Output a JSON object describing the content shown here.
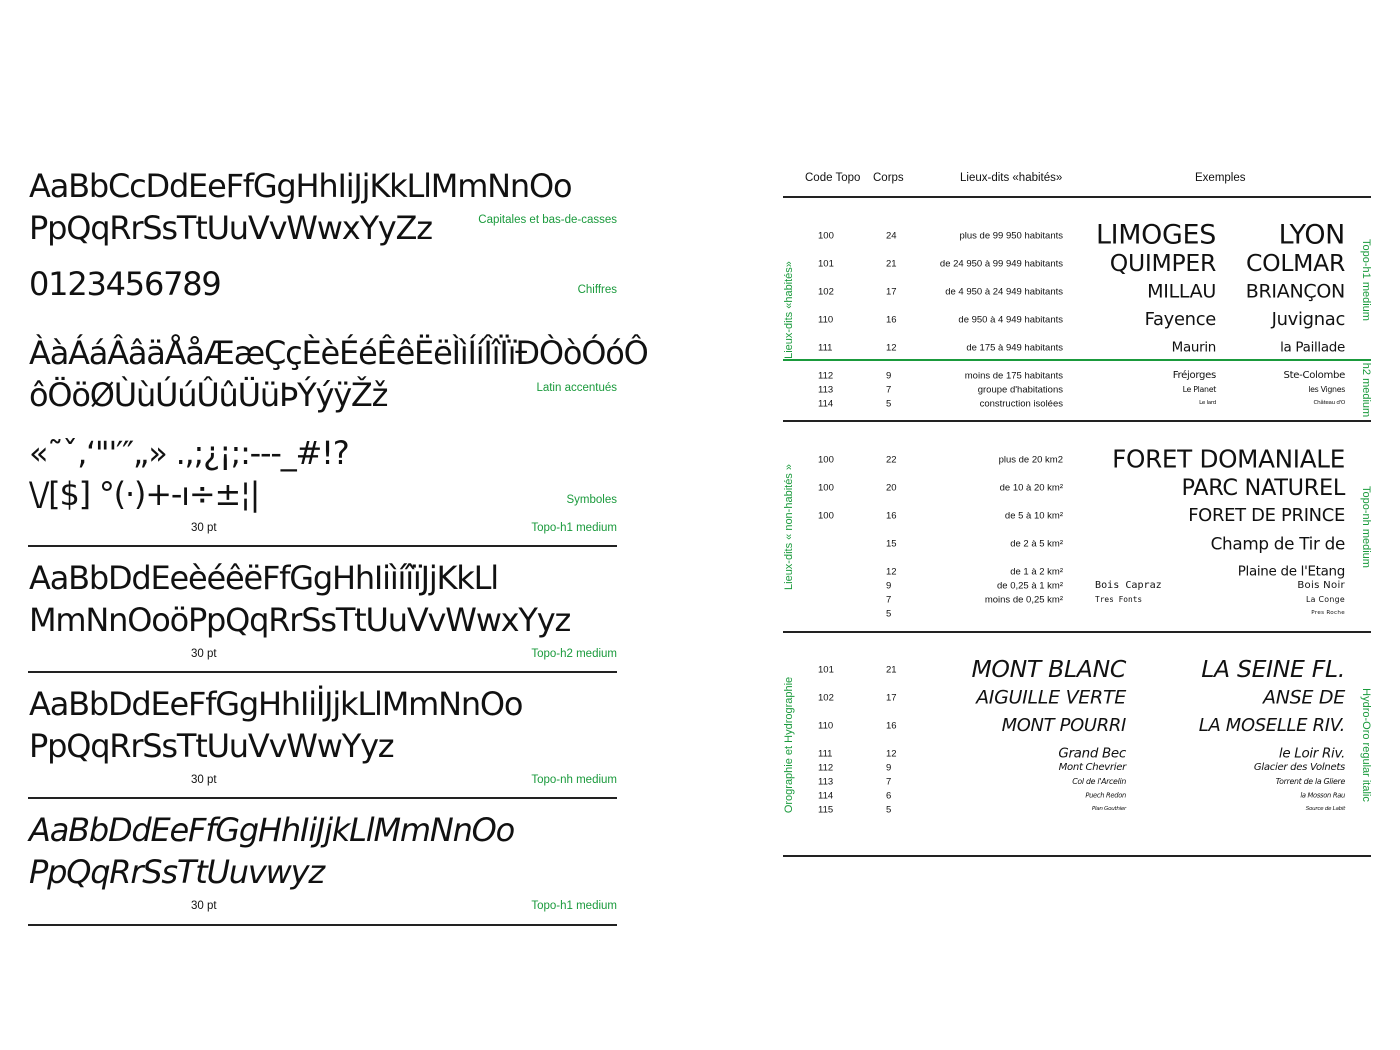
{
  "specimens": [
    {
      "lines": [
        "AaBbCcDdEeFfGgHhIiJjKkLlMmNnOo",
        "PpQqRrSsTtUuVvWwxYyZz"
      ],
      "label": "Capitales et bas-de-casses"
    },
    {
      "lines": [
        "0123456789"
      ],
      "label": "Chiffres"
    },
    {
      "lines": [
        "ÀàÁáÂâäÅåÆæÇçÈèÉéÊêËëÌìÍíÎîÏïÐÒòÓóÔ",
        "ôÖöØÙùÚúÛûÜüÞÝýÿŽž"
      ],
      "label": "Latin accentués"
    },
    {
      "lines": [
        "«˜ˇ‚‘\"'′″„» .,;¿¡;:---_#!?",
        "\\/[$] °(·)+-ı÷±¦|"
      ],
      "label": "Symboles"
    }
  ],
  "blocks": [
    {
      "size": "30 pt",
      "style": "Topo-h1 medium"
    },
    {
      "lines": [
        "AaBbDdEeèéêëFfGgHhIiìíîïJjKkLl",
        "MmNnOoöPpQqRrSsTtUuVvWwxYyz"
      ],
      "size": "30 pt",
      "style": "Topo-h2 medium"
    },
    {
      "lines": [
        "AaBbDdEeFfGgHhIiİJjkLlMmNnOo",
        "PpQqRrSsTtUuVvWwYyz"
      ],
      "size": "30 pt",
      "style": "Topo-nh medium"
    },
    {
      "lines": [
        "AaBbDdEeFfGgHhIiJjkLlMmNnOo",
        "PpQqRrSsTtUuvwyz"
      ],
      "size": "30 pt",
      "style": "Topo-h1 medium"
    }
  ],
  "table": {
    "headers": {
      "code": "Code Topo",
      "corps": "Corps",
      "lieux": "Lieux-dits «habités»",
      "examples": "Exemples"
    },
    "sections": [
      {
        "left_label": "Lieux-dits «habités»",
        "right_labels": [
          "Topo-h1 medium",
          "h2 medium"
        ],
        "rows": [
          {
            "code": "100",
            "corps": "24",
            "desc": "plus de 99 950 habitants",
            "ex1": "LIMOGES",
            "ex2": "LYON"
          },
          {
            "code": "101",
            "corps": "21",
            "desc": "de 24 950 à 99 949 habitants",
            "ex1": "QUIMPER",
            "ex2": "COLMAR"
          },
          {
            "code": "102",
            "corps": "17",
            "desc": "de 4 950 à 24 949 habitants",
            "ex1": "MILLAU",
            "ex2": "BRIANÇON"
          },
          {
            "code": "110",
            "corps": "16",
            "desc": "de 950 à 4 949 habitants",
            "ex1": "Fayence",
            "ex2": "Juvignac"
          },
          {
            "code": "111",
            "corps": "12",
            "desc": "de 175 à 949 habitants",
            "ex1": "Maurin",
            "ex2": "la Paillade"
          },
          {
            "code": "112",
            "corps": "9",
            "desc": "moins de 175 habitants",
            "ex1": "Fréjorges",
            "ex2": "Ste-Colombe"
          },
          {
            "code": "113",
            "corps": "7",
            "desc": "groupe d'habitations",
            "ex1": "Le Planet",
            "ex2": "les Vignes"
          },
          {
            "code": "114",
            "corps": "5",
            "desc": "construction isolées",
            "ex1": "Le lard",
            "ex2": "Château d'O"
          }
        ]
      },
      {
        "left_label": "Lieux-dits « non-habités »",
        "right_labels": [
          "Topo-nh medium"
        ],
        "rows": [
          {
            "code": "100",
            "corps": "22",
            "desc": "plus de 20 km2",
            "ex1": "",
            "ex2": "FORET DOMANIALE"
          },
          {
            "code": "100",
            "corps": "20",
            "desc": "de 10 à 20 km²",
            "ex1": "",
            "ex2": "PARC NATUREL"
          },
          {
            "code": "100",
            "corps": "16",
            "desc": "de 5 à 10 km²",
            "ex1": "",
            "ex2": "FORET DE PRINCE"
          },
          {
            "code": "",
            "corps": "15",
            "desc": "de 2 à 5 km²",
            "ex1": "",
            "ex2": "Champ de Tir de"
          },
          {
            "code": "",
            "corps": "12",
            "desc": "de 1 à 2 km²",
            "ex1": "",
            "ex2": "Plaine de l'Etang"
          },
          {
            "code": "",
            "corps": "9",
            "desc": "de 0,25 à 1 km²",
            "ex1": "Bois Capraz",
            "ex2": "Bois Noir"
          },
          {
            "code": "",
            "corps": "7",
            "desc": "moins de 0,25 km²",
            "ex1": "Tres Fonts",
            "ex2": "La Conge"
          },
          {
            "code": "",
            "corps": "5",
            "desc": "",
            "ex1": "",
            "ex2": "Pres Roche"
          }
        ]
      },
      {
        "left_label": "Orographie et Hydrographie",
        "right_labels": [
          "Hydro-Oro regular italic"
        ],
        "rows": [
          {
            "code": "101",
            "corps": "21",
            "desc": "",
            "ex1": "MONT BLANC",
            "ex2": "LA SEINE FL."
          },
          {
            "code": "102",
            "corps": "17",
            "desc": "",
            "ex1": "AIGUILLE VERTE",
            "ex2": "ANSE DE"
          },
          {
            "code": "110",
            "corps": "16",
            "desc": "",
            "ex1": "MONT POURRI",
            "ex2": "LA MOSELLE RIV."
          },
          {
            "code": "111",
            "corps": "12",
            "desc": "",
            "ex1": "Grand Bec",
            "ex2": "le Loir Riv."
          },
          {
            "code": "112",
            "corps": "9",
            "desc": "",
            "ex1": "Mont Chevrier",
            "ex2": "Glacier des Volnets"
          },
          {
            "code": "113",
            "corps": "7",
            "desc": "",
            "ex1": "Col de l'Arcelin",
            "ex2": "Torrent de la Gliere"
          },
          {
            "code": "114",
            "corps": "6",
            "desc": "",
            "ex1": "Puech Redon",
            "ex2": "la Mosson Rau"
          },
          {
            "code": "115",
            "corps": "5",
            "desc": "",
            "ex1": "Plan Gouthier",
            "ex2": "Source de Labit"
          }
        ]
      }
    ]
  },
  "colors": {
    "accent": "#1a9a3c",
    "text": "#111111",
    "rule": "#222222"
  }
}
